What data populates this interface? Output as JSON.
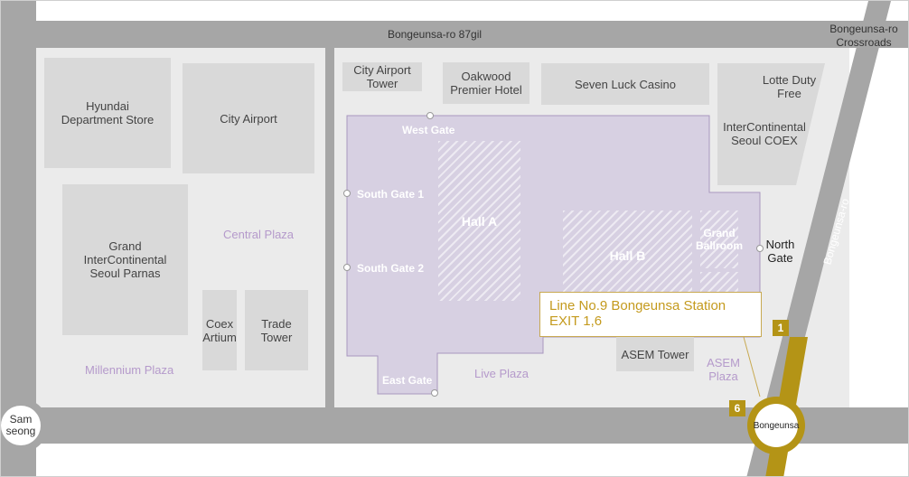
{
  "roads": {
    "top": "Bongeunsa-ro 87gil",
    "crossroads": "Bongeunsa-ro\nCrossroads",
    "diagonal": "Bongeunsa-ro"
  },
  "buildings": {
    "hyundai": "Hyundai\nDepartment Store",
    "city_airport": "City Airport",
    "grand_intercontinental": "Grand\nInterContinental\nSeoul Parnas",
    "coex_artium": "Coex\nArtium",
    "trade_tower": "Trade\nTower",
    "city_airport_tower": "City Airport\nTower",
    "oakwood": "Oakwood\nPremier Hotel",
    "seven_luck": "Seven Luck Casino",
    "lotte_duty_free": "Lotte Duty\nFree",
    "intercontinental_coex": "InterContinental\nSeoul COEX",
    "asem_tower": "ASEM Tower"
  },
  "halls": {
    "hall_a": "Hall A",
    "hall_b": "Hall B",
    "grand_ballroom": "Grand\nBallroom"
  },
  "gates": {
    "west": "West Gate",
    "south1": "South Gate 1",
    "south2": "South Gate 2",
    "east": "East Gate",
    "north": "North\nGate"
  },
  "plazas": {
    "central": "Central Plaza",
    "millennium": "Millennium Plaza",
    "live": "Live Plaza",
    "asem": "ASEM\nPlaza"
  },
  "stations": {
    "samseong": "Sam\nseong",
    "bongeunsa": "Bongeunsa"
  },
  "callout": {
    "line1": "Line No.9 Bongeunsa Station",
    "line2": "EXIT 1,6"
  },
  "exits": {
    "exit1": "1",
    "exit6": "6"
  },
  "colors": {
    "road": "#a6a6a6",
    "block": "#ebebeb",
    "building": "#d9d9d9",
    "coex": "#d7d0e2",
    "plaza_text": "#b59acb",
    "line9": "#b49416",
    "callout_text": "#c49a1d"
  }
}
